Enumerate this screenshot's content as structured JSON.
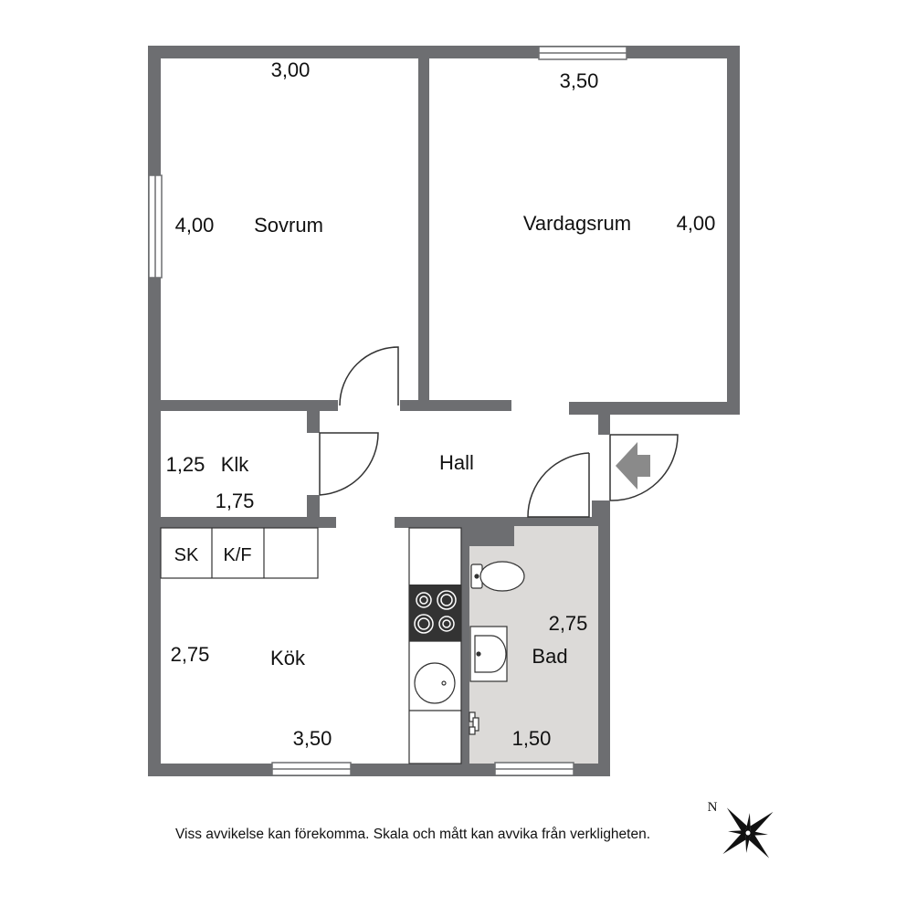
{
  "colors": {
    "wall": "#6d6e71",
    "bath_floor": "#dcdad8",
    "appliance": "#333333",
    "door_entry": "#8a8a8a"
  },
  "rooms": {
    "sovrum": {
      "name": "Sovrum",
      "width": "3,00",
      "length": "4,00"
    },
    "vardagsrum": {
      "name": "Vardagsrum",
      "width": "3,50",
      "length": "4,00"
    },
    "klk": {
      "name": "Klk",
      "width": "1,75",
      "length": "1,25"
    },
    "hall": {
      "name": "Hall"
    },
    "kok": {
      "name": "Kök",
      "width": "3,50",
      "length": "2,75"
    },
    "bad": {
      "name": "Bad",
      "width": "1,50",
      "length": "2,75"
    }
  },
  "fixtures": {
    "sk": "SK",
    "kf": "K/F"
  },
  "entrance_icon": "entrance-arrow-icon",
  "compass": {
    "north_label": "N",
    "icon": "compass-rose-icon"
  },
  "disclaimer": "Viss avvikelse kan förekomma. Skala och mått kan avvika från verkligheten."
}
